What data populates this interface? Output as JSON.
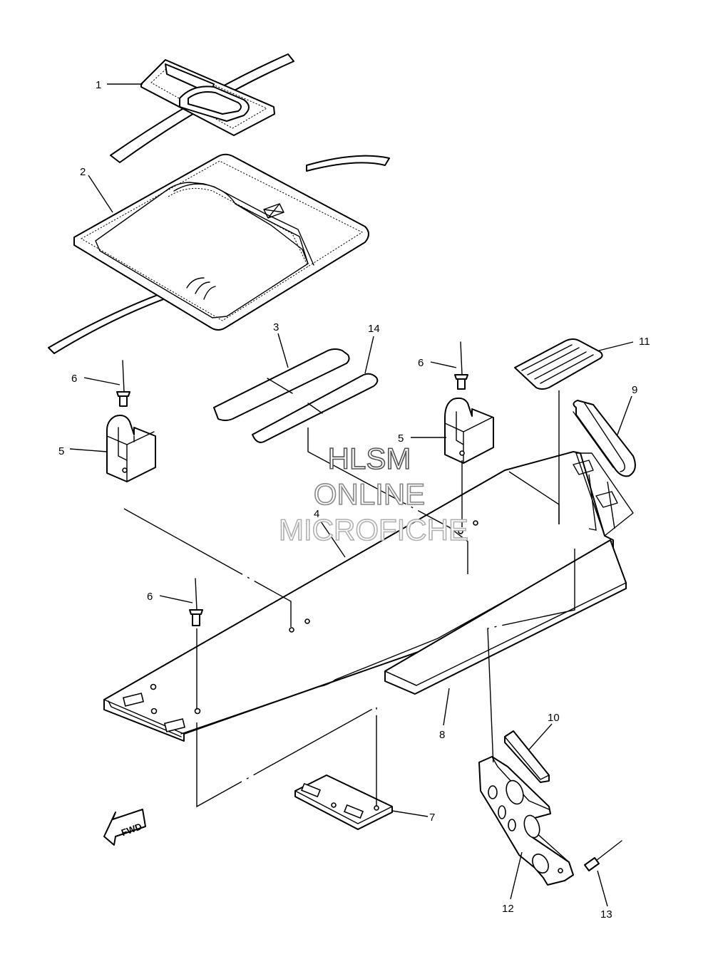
{
  "callouts": {
    "c1": "1",
    "c2": "2",
    "c3": "3",
    "c4": "4",
    "c5a": "5",
    "c5b": "5",
    "c6a": "6",
    "c6b": "6",
    "c6c": "6",
    "c7": "7",
    "c8": "8",
    "c9": "9",
    "c10": "10",
    "c11": "11",
    "c12": "12",
    "c13": "13",
    "c14": "14"
  },
  "watermark": {
    "line1": "HLSM",
    "line2": "ONLINE",
    "line3": "MICROFICHE",
    "color1": "#555555",
    "color2": "#888888",
    "color3": "#b0b0b0"
  },
  "direction_label": "FWD"
}
